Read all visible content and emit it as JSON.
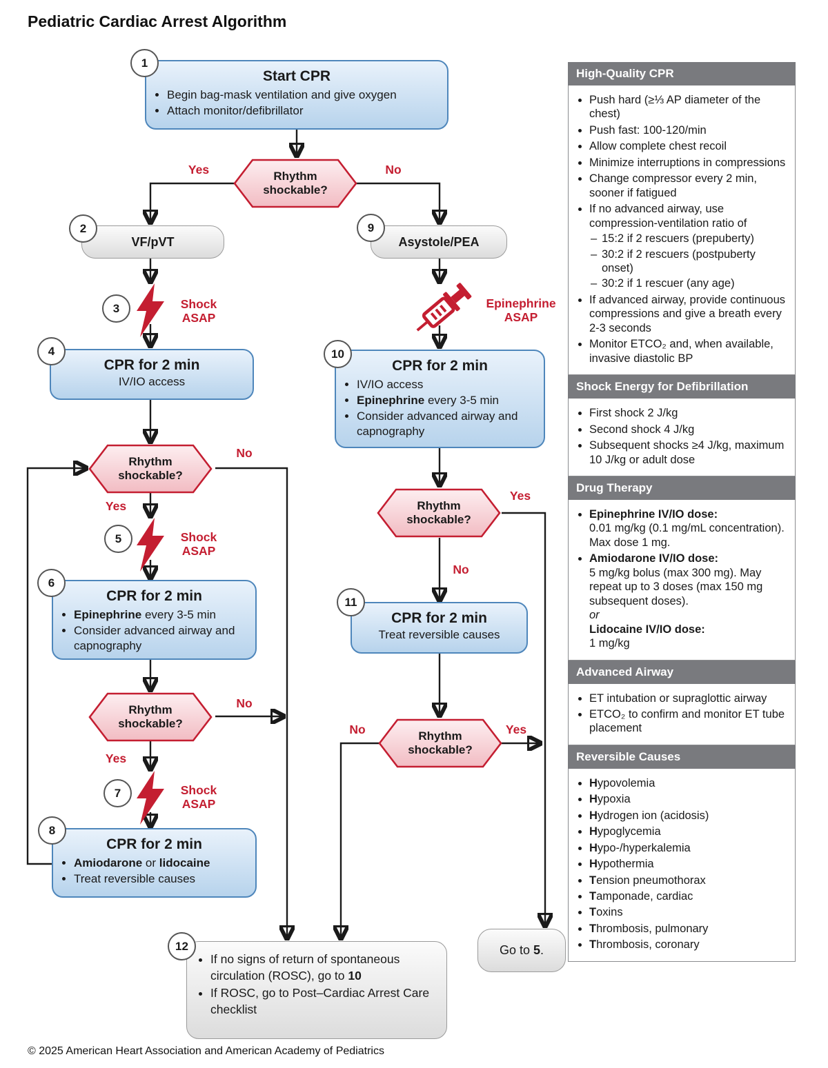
{
  "title": "Pediatric Cardiac Arrest Algorithm",
  "footer": "© 2025 American Heart Association and American Academy of Pediatrics",
  "labels": {
    "yes": "Yes",
    "no": "No",
    "decision": "Rhythm\nshockable?",
    "shock": "Shock\nASAP",
    "epinephrine": "Epinephrine\nASAP"
  },
  "nodes": {
    "n1": {
      "num": "1",
      "title": "Start CPR",
      "bullets": [
        "Begin bag-mask ventilation and give oxygen",
        "Attach monitor/defibrillator"
      ]
    },
    "n2": {
      "num": "2",
      "label": "VF/pVT"
    },
    "n3": {
      "num": "3"
    },
    "n4": {
      "num": "4",
      "title": "CPR for 2 min",
      "subtitle": "IV/IO access"
    },
    "n5": {
      "num": "5"
    },
    "n6": {
      "num": "6",
      "title": "CPR for 2 min",
      "bullets": [
        "**Epinephrine** every 3-5 min",
        "Consider advanced airway and capnography"
      ]
    },
    "n7": {
      "num": "7"
    },
    "n8": {
      "num": "8",
      "title": "CPR for 2 min",
      "bullets": [
        "**Amiodarone** or **lidocaine**",
        "Treat reversible causes"
      ]
    },
    "n9": {
      "num": "9",
      "label": "Asystole/PEA"
    },
    "n10": {
      "num": "10",
      "title": "CPR for 2 min",
      "bullets": [
        "IV/IO access",
        "**Epinephrine** every 3-5 min",
        "Consider advanced airway and capnography"
      ]
    },
    "n11": {
      "num": "11",
      "title": "CPR for 2 min",
      "subtitle": "Treat reversible causes"
    },
    "n12": {
      "num": "12",
      "bullets": [
        "If no signs of return of spontaneous circulation (ROSC), go to **10**",
        "If ROSC, go to Post–Cardiac Arrest Care checklist"
      ]
    },
    "goto5": "Go to **5**."
  },
  "sidebar": {
    "sections": [
      {
        "title": "High-Quality CPR",
        "items": [
          "Push hard (≥⅓ AP diameter of the chest)",
          "Push fast: 100-120/min",
          "Allow complete chest recoil",
          "Minimize interruptions in compressions",
          "Change compressor every 2 min, sooner if fatigued",
          {
            "text": "If no advanced airway, use compression-ventilation ratio of",
            "sub": [
              "15:2 if 2 rescuers (prepuberty)",
              "30:2 if 2 rescuers (postpuberty onset)",
              "30:2 if 1 rescuer (any age)"
            ]
          },
          "If advanced airway, provide continuous compressions and give a breath every 2-3 seconds",
          "Monitor ETCO₂ and, when available, invasive diastolic BP"
        ]
      },
      {
        "title": "Shock Energy for Defibrillation",
        "items": [
          "First shock 2 J/kg",
          "Second shock 4 J/kg",
          "Subsequent shocks ≥4 J/kg, maximum 10 J/kg or adult dose"
        ]
      },
      {
        "title": "Drug Therapy",
        "items": [
          "**Epinephrine IV/IO dose:**\n0.01 mg/kg (0.1 mg/mL concentration). Max dose 1 mg.",
          "**Amiodarone IV/IO dose:**\n5 mg/kg bolus (max 300 mg). May repeat up to 3 doses (max 150 mg subsequent doses).\n*or*\n**Lidocaine IV/IO dose:**\n1 mg/kg"
        ]
      },
      {
        "title": "Advanced Airway",
        "items": [
          "ET intubation or supraglottic airway",
          "ETCO₂ to confirm and monitor ET tube placement"
        ]
      },
      {
        "title": "Reversible Causes",
        "items": [
          "**H**ypovolemia",
          "**H**ypoxia",
          "**H**ydrogen ion (acidosis)",
          "**H**ypoglycemia",
          "**H**ypo-/hyperkalemia",
          "**H**ypothermia",
          "**T**ension pneumothorax",
          "**T**amponade, cardiac",
          "**T**oxins",
          "**T**hrombosis, pulmonary",
          "**T**hrombosis, coronary"
        ]
      }
    ]
  },
  "colors": {
    "red": "#c41e31",
    "blue_border": "#4e86bb",
    "blue_fill_top": "#e9f2fb",
    "blue_fill_bottom": "#b7d3ec",
    "pink_top": "#fdeef0",
    "pink_bottom": "#f2bcc3",
    "gray_header": "#797a7e",
    "line": "#1a1a1a"
  }
}
